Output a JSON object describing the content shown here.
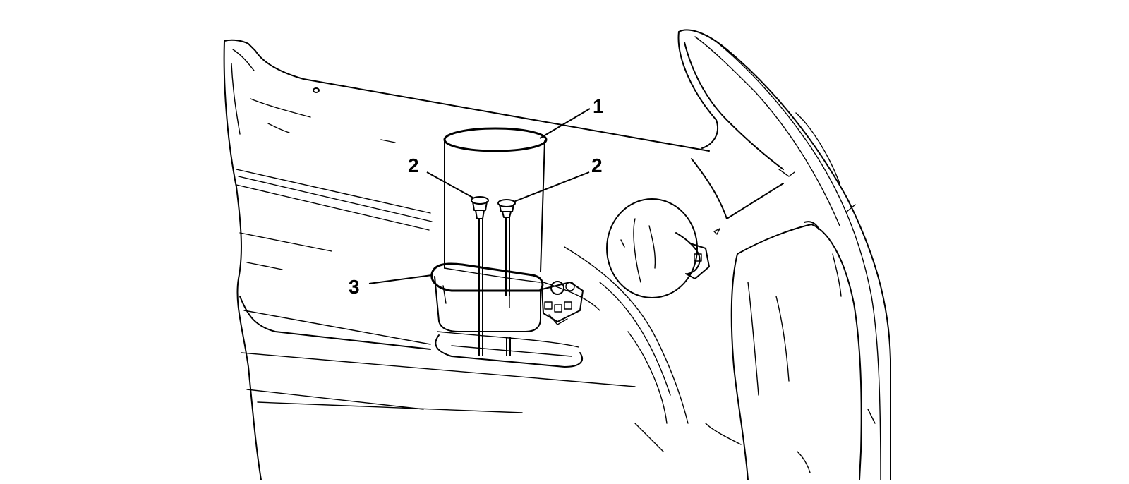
{
  "callouts": {
    "c1": "1",
    "c2a": "2",
    "c2b": "2",
    "c3": "3"
  },
  "colors": {
    "line": "#000000",
    "background": "#ffffff"
  }
}
